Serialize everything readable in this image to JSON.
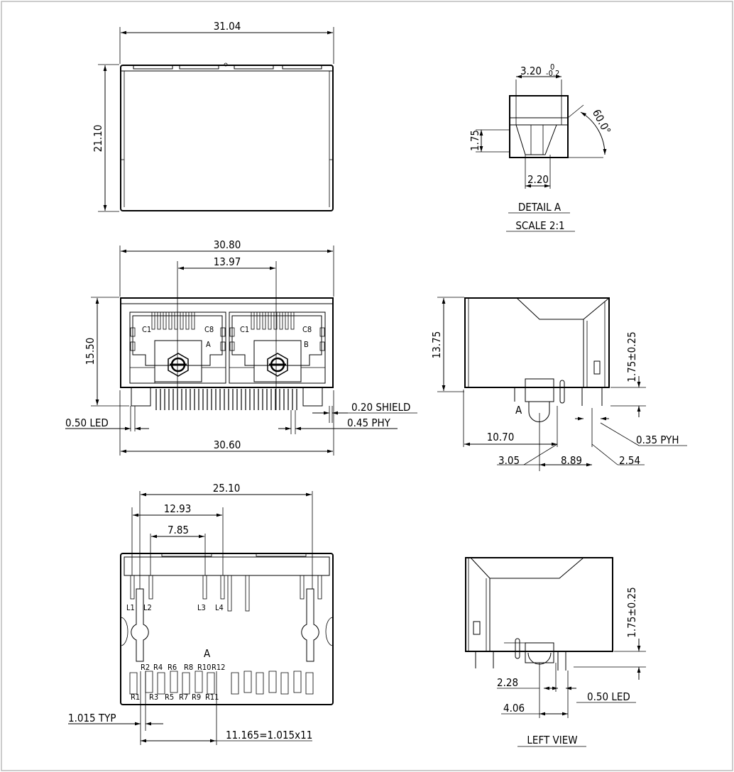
{
  "front_view": {
    "width_top": "31.04",
    "height_left": "21.10"
  },
  "detail_a": {
    "dim_top": "3.20",
    "dim_top_sup": "0",
    "dim_top_sub": "-0.2",
    "dim_left": "1.75",
    "dim_angle": "60.0°",
    "dim_bottom": "2.20",
    "title": "DETAIL  A",
    "scale": "SCALE  2:1"
  },
  "port_view": {
    "width_top": "30.80",
    "pitch": "13.97",
    "height": "15.50",
    "c1_a": "C1",
    "c8_a": "C8",
    "port_a": "A",
    "c1_b": "C1",
    "c8_b": "C8",
    "port_b": "B",
    "led": "0.50  LED",
    "shield": "0.20  SHIELD",
    "phy": "0.45  PHY",
    "width_bottom": "30.60"
  },
  "side_view": {
    "height": "13.75",
    "height_right": "1.75±0.25",
    "label_a": "A",
    "d1070": "10.70",
    "d035": "0.35  PYH",
    "d305": "3.05",
    "d889": "8.89",
    "d254": "2.54"
  },
  "bottom_view": {
    "d2510": "25.10",
    "d1293": "12.93",
    "d785": "7.85",
    "l1": "L1",
    "l2": "L2",
    "l3": "L3",
    "l4": "L4",
    "label_a": "A",
    "r_top": [
      "R2",
      "R4",
      "R6",
      "R8",
      "R10",
      "R12"
    ],
    "r_bottom": [
      "R1",
      "R3",
      "R5",
      "R7",
      "R9",
      "R11"
    ],
    "typ": "1.015  TYP",
    "pitch_total": "11.165=1.015x11"
  },
  "left_view": {
    "height_right": "1.75±0.25",
    "d228": "2.28",
    "d406": "4.06",
    "led": "0.50  LED",
    "title": "LEFT  VIEW"
  }
}
